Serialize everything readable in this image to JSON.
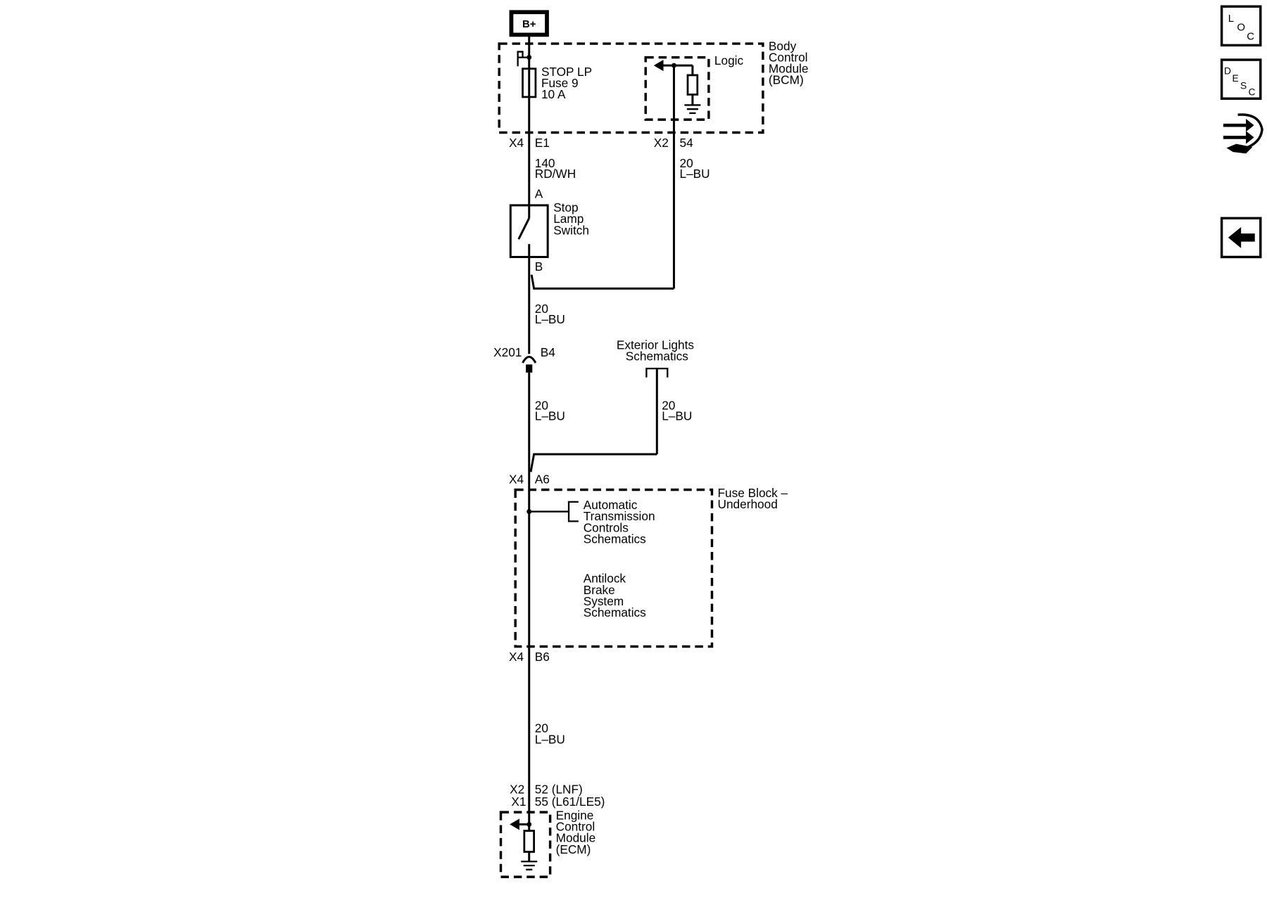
{
  "power": {
    "label": "B+"
  },
  "bcm": {
    "name": [
      "Body",
      "Control",
      "Module",
      "(BCM)"
    ],
    "fuse": [
      "STOP LP",
      "Fuse 9",
      "10 A"
    ],
    "logic_label": "Logic",
    "conn_left": "X4",
    "pin_left": "E1",
    "conn_right": "X2",
    "pin_right": "54"
  },
  "wires": {
    "w1": [
      "140",
      "RD/WH"
    ],
    "w2": [
      "20",
      "L–BU"
    ],
    "w3": [
      "20",
      "L–BU"
    ],
    "w4": [
      "20",
      "L–BU"
    ],
    "w5": [
      "20",
      "L–BU"
    ],
    "w6": [
      "20",
      "L–BU"
    ]
  },
  "switch": {
    "pin_top": "A",
    "pin_bottom": "B",
    "name": [
      "Stop",
      "Lamp",
      "Switch"
    ]
  },
  "inline_conn": {
    "name": "X201",
    "pin": "B4"
  },
  "exterior_lights": [
    "Exterior Lights",
    "Schematics"
  ],
  "fuse_block": {
    "conn_top": "X4",
    "pin_top": "A6",
    "name": [
      "Fuse Block –",
      "Underhood"
    ],
    "atc": [
      "Automatic",
      "Transmission",
      "Controls",
      "Schematics"
    ],
    "abs": [
      "Antilock",
      "Brake",
      "System",
      "Schematics"
    ],
    "conn_bottom": "X4",
    "pin_bottom": "B6"
  },
  "ecm": {
    "conn1": "X2",
    "pin1": "52 (LNF)",
    "conn2": "X1",
    "pin2": "55 (L61/LE5)",
    "name": [
      "Engine",
      "Control",
      "Module",
      "(ECM)"
    ]
  },
  "nav": {
    "loc": [
      "L",
      "O",
      "C"
    ],
    "desc": [
      "D",
      "E",
      "S",
      "C"
    ],
    "icons": [
      "loc-icon",
      "desc-icon",
      "connector-tool-icon",
      "back-arrow-icon"
    ]
  }
}
